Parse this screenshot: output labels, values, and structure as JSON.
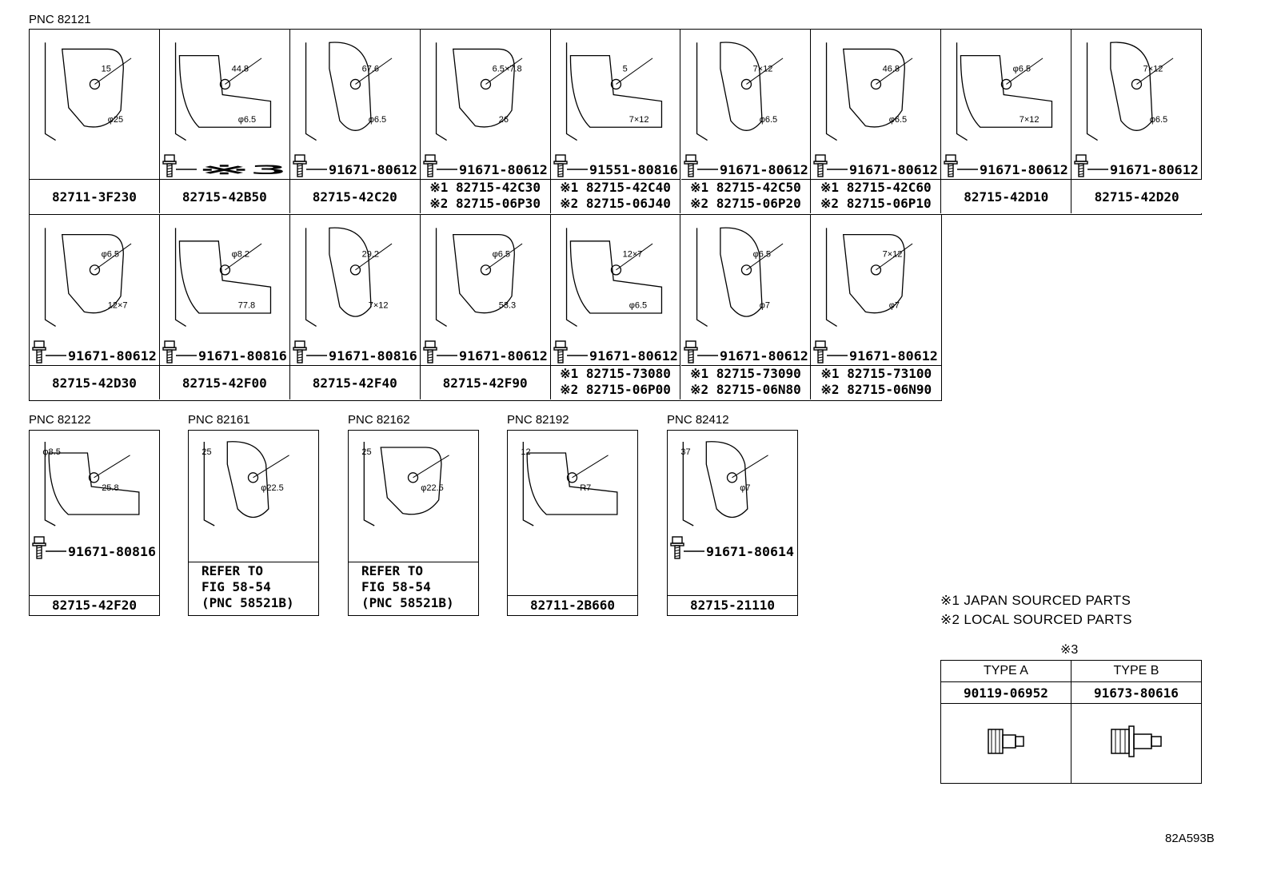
{
  "pnc_82121": {
    "title": "PNC 82121"
  },
  "row1": [
    {
      "dims": [
        "15",
        "φ25"
      ],
      "bolt": "",
      "lines": [
        "82711-3F230"
      ]
    },
    {
      "dims": [
        "44.8",
        "φ6.5"
      ],
      "bolt": "※3",
      "lines": [
        "82715-42B50"
      ]
    },
    {
      "dims": [
        "67.6",
        "φ6.5"
      ],
      "bolt": "91671-80612",
      "lines": [
        "82715-42C20"
      ]
    },
    {
      "dims": [
        "6.5×7.8",
        "26"
      ],
      "bolt": "91671-80612",
      "lines": [
        "※1 82715-42C30",
        "※2 82715-06P30"
      ]
    },
    {
      "dims": [
        "5",
        "7×12"
      ],
      "bolt": "91551-80816",
      "lines": [
        "※1 82715-42C40",
        "※2 82715-06J40"
      ]
    },
    {
      "dims": [
        "7×12",
        "φ6.5"
      ],
      "bolt": "91671-80612",
      "lines": [
        "※1 82715-42C50",
        "※2 82715-06P20"
      ]
    },
    {
      "dims": [
        "46.8",
        "φ6.5"
      ],
      "bolt": "91671-80612",
      "lines": [
        "※1 82715-42C60",
        "※2 82715-06P10"
      ]
    },
    {
      "dims": [
        "φ6.5",
        "7×12"
      ],
      "bolt": "91671-80612",
      "lines": [
        "82715-42D10"
      ]
    },
    {
      "dims": [
        "7×12",
        "φ6.5"
      ],
      "bolt": "91671-80612",
      "lines": [
        "82715-42D20"
      ]
    }
  ],
  "row2": [
    {
      "dims": [
        "φ6.5",
        "12×7"
      ],
      "bolt": "91671-80612",
      "lines": [
        "82715-42D30"
      ]
    },
    {
      "dims": [
        "φ8.2",
        "77.8"
      ],
      "bolt": "91671-80816",
      "lines": [
        "82715-42F00"
      ]
    },
    {
      "dims": [
        "29.2",
        "7×12"
      ],
      "bolt": "91671-80816",
      "lines": [
        "82715-42F40"
      ]
    },
    {
      "dims": [
        "φ6.5",
        "53.3"
      ],
      "bolt": "91671-80612",
      "lines": [
        "82715-42F90"
      ]
    },
    {
      "dims": [
        "12×7",
        "φ6.5"
      ],
      "bolt": "91671-80612",
      "lines": [
        "※1 82715-73080",
        "※2 82715-06P00"
      ]
    },
    {
      "dims": [
        "φ6.5",
        "φ7"
      ],
      "bolt": "91671-80612",
      "lines": [
        "※1 82715-73090",
        "※2 82715-06N80"
      ]
    },
    {
      "dims": [
        "7×12",
        "φ7"
      ],
      "bolt": "91671-80612",
      "lines": [
        "※1 82715-73100",
        "※2 82715-06N90"
      ]
    }
  ],
  "row3": [
    {
      "pnc": "PNC 82122",
      "dims": [
        "φ8.5",
        "25.8"
      ],
      "bolt": "91671-80816",
      "lines": [
        "82715-42F20"
      ]
    },
    {
      "pnc": "PNC 82161",
      "dims": [
        "25",
        "φ22.5"
      ],
      "ref": [
        "REFER TO",
        "FIG 58-54",
        "(PNC 58521B)"
      ]
    },
    {
      "pnc": "PNC 82162",
      "dims": [
        "25",
        "φ22.5"
      ],
      "ref": [
        "REFER TO",
        "FIG 58-54",
        "(PNC 58521B)"
      ]
    },
    {
      "pnc": "PNC 82192",
      "dims": [
        "12",
        "R7"
      ],
      "lines": [
        "82711-2B660"
      ]
    },
    {
      "pnc": "PNC 82412",
      "dims": [
        "37",
        "φ7"
      ],
      "bolt": "91671-80614",
      "lines": [
        "82715-21110"
      ]
    }
  ],
  "notes": [
    "※1 JAPAN SOURCED PARTS",
    "※2 LOCAL SOURCED PARTS"
  ],
  "type_table": {
    "caption": "※3",
    "headers": [
      "TYPE A",
      "TYPE B"
    ],
    "parts": [
      "90119-06952",
      "91673-80616"
    ]
  },
  "figure_code": "82A593B"
}
